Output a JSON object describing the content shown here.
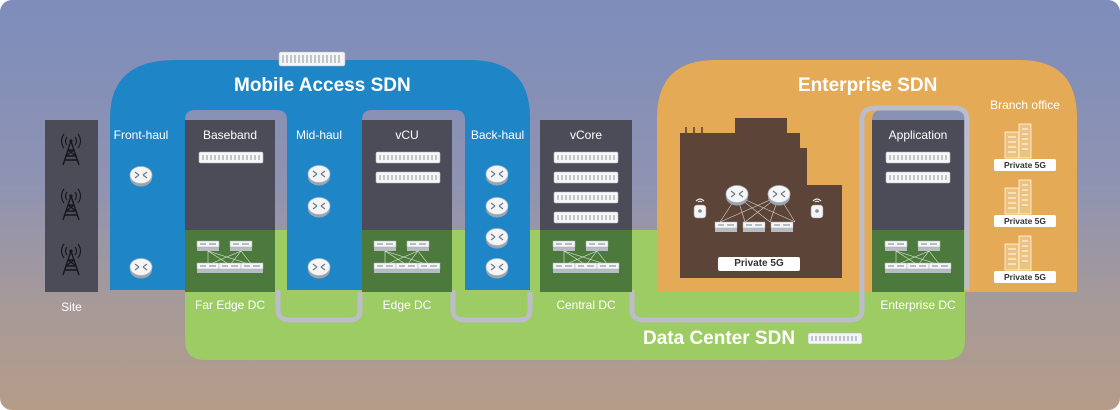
{
  "diagram": {
    "mobile_access_sdn": "Mobile Access SDN",
    "enterprise_sdn": "Enterprise SDN",
    "data_center_sdn": "Data Center SDN",
    "site": "Site",
    "front_haul": "Front-haul",
    "baseband": "Baseband",
    "mid_haul": "Mid-haul",
    "vcu": "vCU",
    "back_haul": "Back-haul",
    "vcore": "vCore",
    "application": "Application",
    "branch_office": "Branch office",
    "far_edge_dc": "Far Edge DC",
    "edge_dc": "Edge DC",
    "central_dc": "Central DC",
    "enterprise_dc": "Enterprise DC",
    "private_5g": "Private 5G",
    "colors": {
      "mobile_blue": "#1e86c6",
      "enterprise_orange": "#e4aa56",
      "dc_green": "#9ccc63",
      "dark_panel": "#4b4c57",
      "dc_dark_green": "#4c7a3d"
    }
  }
}
